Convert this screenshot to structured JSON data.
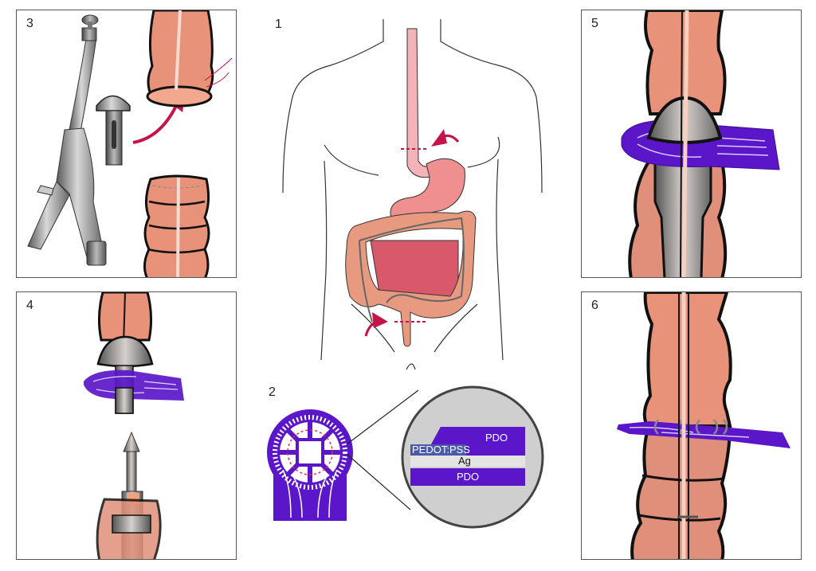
{
  "figure": {
    "type": "multi-panel surgical procedure illustration",
    "panels": [
      {
        "id": "1",
        "label": "1",
        "content": "Human torso outline with gastrointestinal tract (esophagus, stomach, small intestine, colon) and dashed cut lines with arrows at esophagus and rectum"
      },
      {
        "id": "2",
        "label": "2",
        "content": "Circular stretchable electrode device with magnified cross-section of layers"
      },
      {
        "id": "3",
        "label": "3",
        "content": "Circular stapler, anvil, and colon segments with arrow showing anvil insertion"
      },
      {
        "id": "4",
        "label": "4",
        "content": "Anvil in proximal colon with electrode device, stapler approaching from distal colon"
      },
      {
        "id": "5",
        "label": "5",
        "content": "Stapler engaged with electrode device sandwiched at anastomosis"
      },
      {
        "id": "6",
        "label": "6",
        "content": "Completed anastomosis with electrode device embedded and staples"
      }
    ]
  },
  "layers": {
    "pedot_pss": "PEDOT:PSS",
    "pdo_top": "PDO",
    "ag": "Ag",
    "pdo_bottom": "PDO"
  },
  "colors": {
    "tissue": "#e8927a",
    "tissue_dark": "#d9806a",
    "stomach": "#ef8f8f",
    "esophagus": "#f4b3b8",
    "small_intestine": "#d85a6a",
    "colon": "#e89a80",
    "device_purple": "#5a16c8",
    "pedot_blue": "#4a5aa8",
    "ag_gray": "#e4e4e4",
    "metal": "#8a8a8a",
    "arrow_red": "#c8124a",
    "magnifier_bg": "#cfcfcf"
  }
}
